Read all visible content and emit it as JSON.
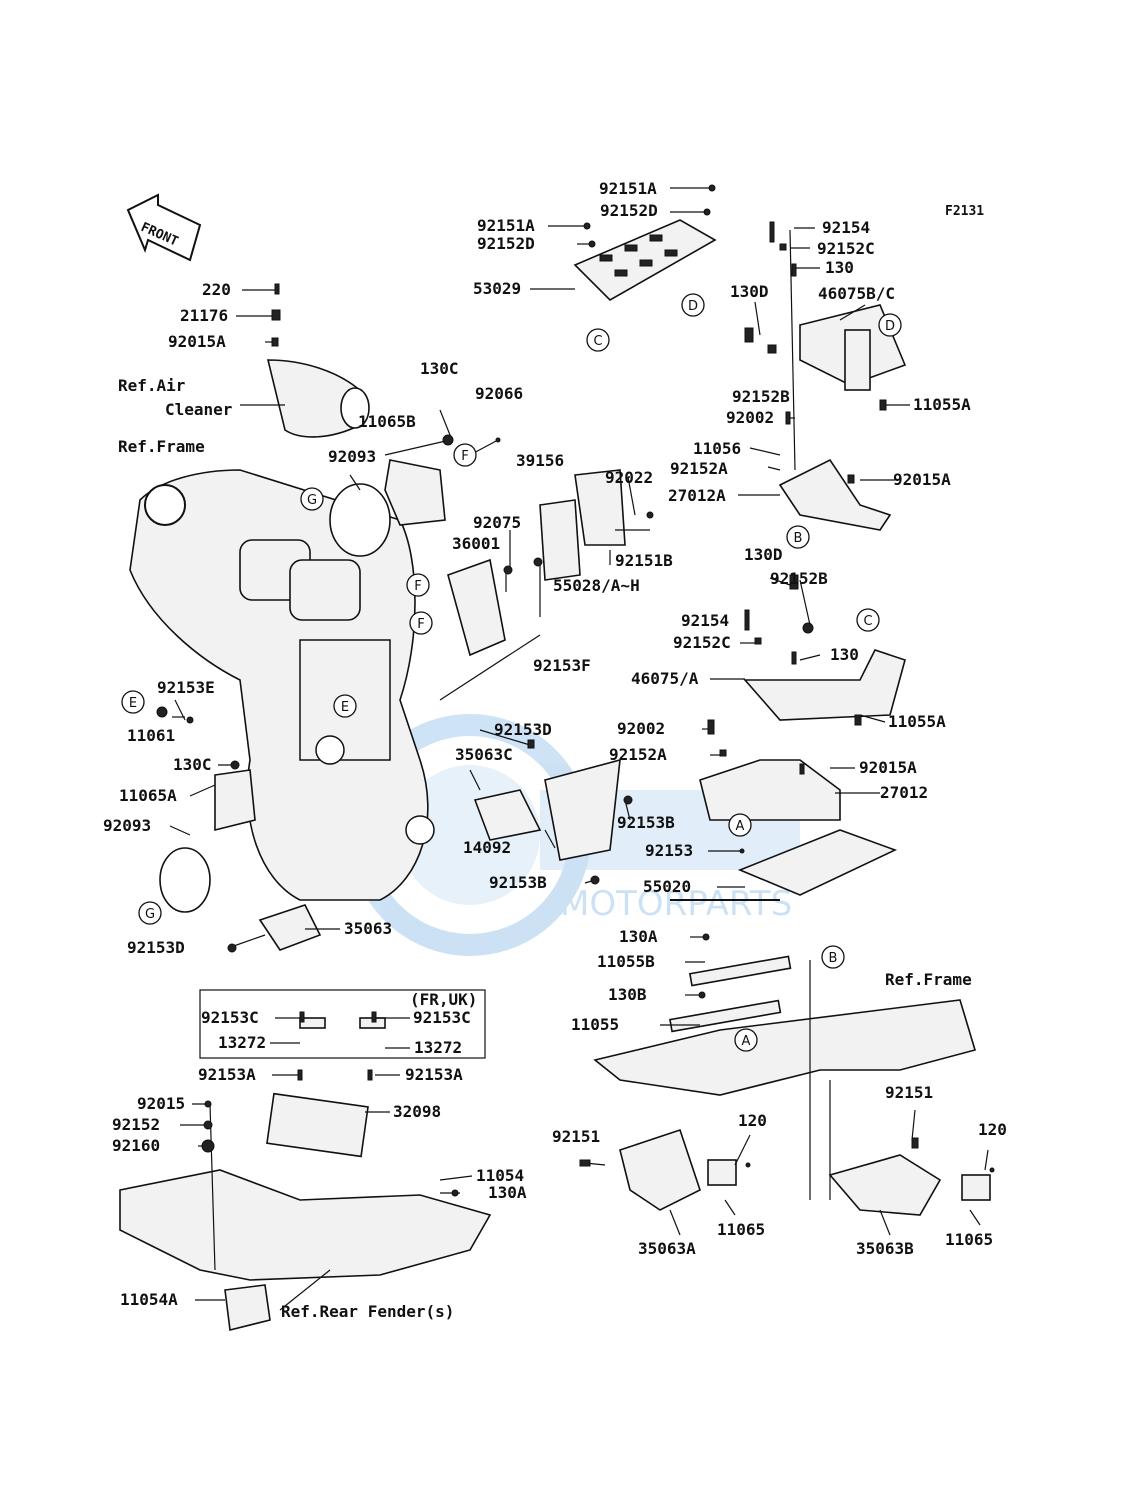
{
  "diagram_code": "F2131",
  "front_label": "FRONT",
  "watermark": {
    "brand": "MOTORPARTS"
  },
  "references": [
    "Ref.Air",
    "Cleaner",
    "Ref.Frame",
    "Ref.Frame",
    "Ref.Rear Fender(s)"
  ],
  "region_note": "(FR,UK)",
  "callouts": [
    "A",
    "A",
    "B",
    "B",
    "C",
    "C",
    "D",
    "D",
    "E",
    "E",
    "F",
    "F",
    "F",
    "G",
    "G"
  ],
  "part_labels": [
    "92151A",
    "92152D",
    "92151A",
    "92152D",
    "53029",
    "92154",
    "92152C",
    "130",
    "130D",
    "46075B/C",
    "92152B",
    "11055A",
    "92002",
    "11056",
    "92152A",
    "92015A",
    "27012A",
    "220",
    "21176",
    "92015A",
    "130C",
    "11065B",
    "92066",
    "92093",
    "39156",
    "92022",
    "92075",
    "92151B",
    "36001",
    "55028/A~H",
    "130D",
    "92152B",
    "92154",
    "92152C",
    "130",
    "46075/A",
    "11055A",
    "92153E",
    "11061",
    "92153F",
    "92153D",
    "35063C",
    "92002",
    "92152A",
    "92015A",
    "27012",
    "130C",
    "11065A",
    "92093",
    "92153B",
    "14092",
    "92153",
    "92153B",
    "55020",
    "35063",
    "92153D",
    "130A",
    "11055B",
    "130B",
    "11055",
    "92153C",
    "92153C",
    "13272",
    "13272",
    "92153A",
    "92153A",
    "32098",
    "92015",
    "92152",
    "92160",
    "11054",
    "130A",
    "11054A",
    "92151",
    "120",
    "92151",
    "120",
    "35063A",
    "11065",
    "35063B",
    "11065"
  ]
}
